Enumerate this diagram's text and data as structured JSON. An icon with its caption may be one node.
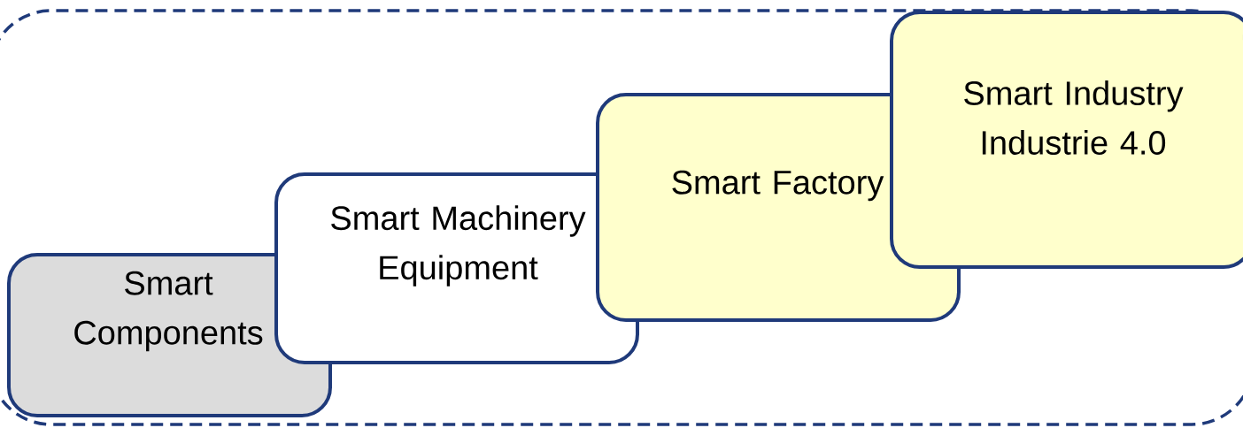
{
  "diagram": {
    "nodes": [
      {
        "text": [
          "Smart Components"
        ]
      },
      {
        "text": [
          "Smart Machinery Equipment"
        ]
      },
      {
        "text": [
          "Smart Factory"
        ]
      },
      {
        "text": [
          "Smart Industry Industrie 4.0"
        ]
      }
    ]
  }
}
